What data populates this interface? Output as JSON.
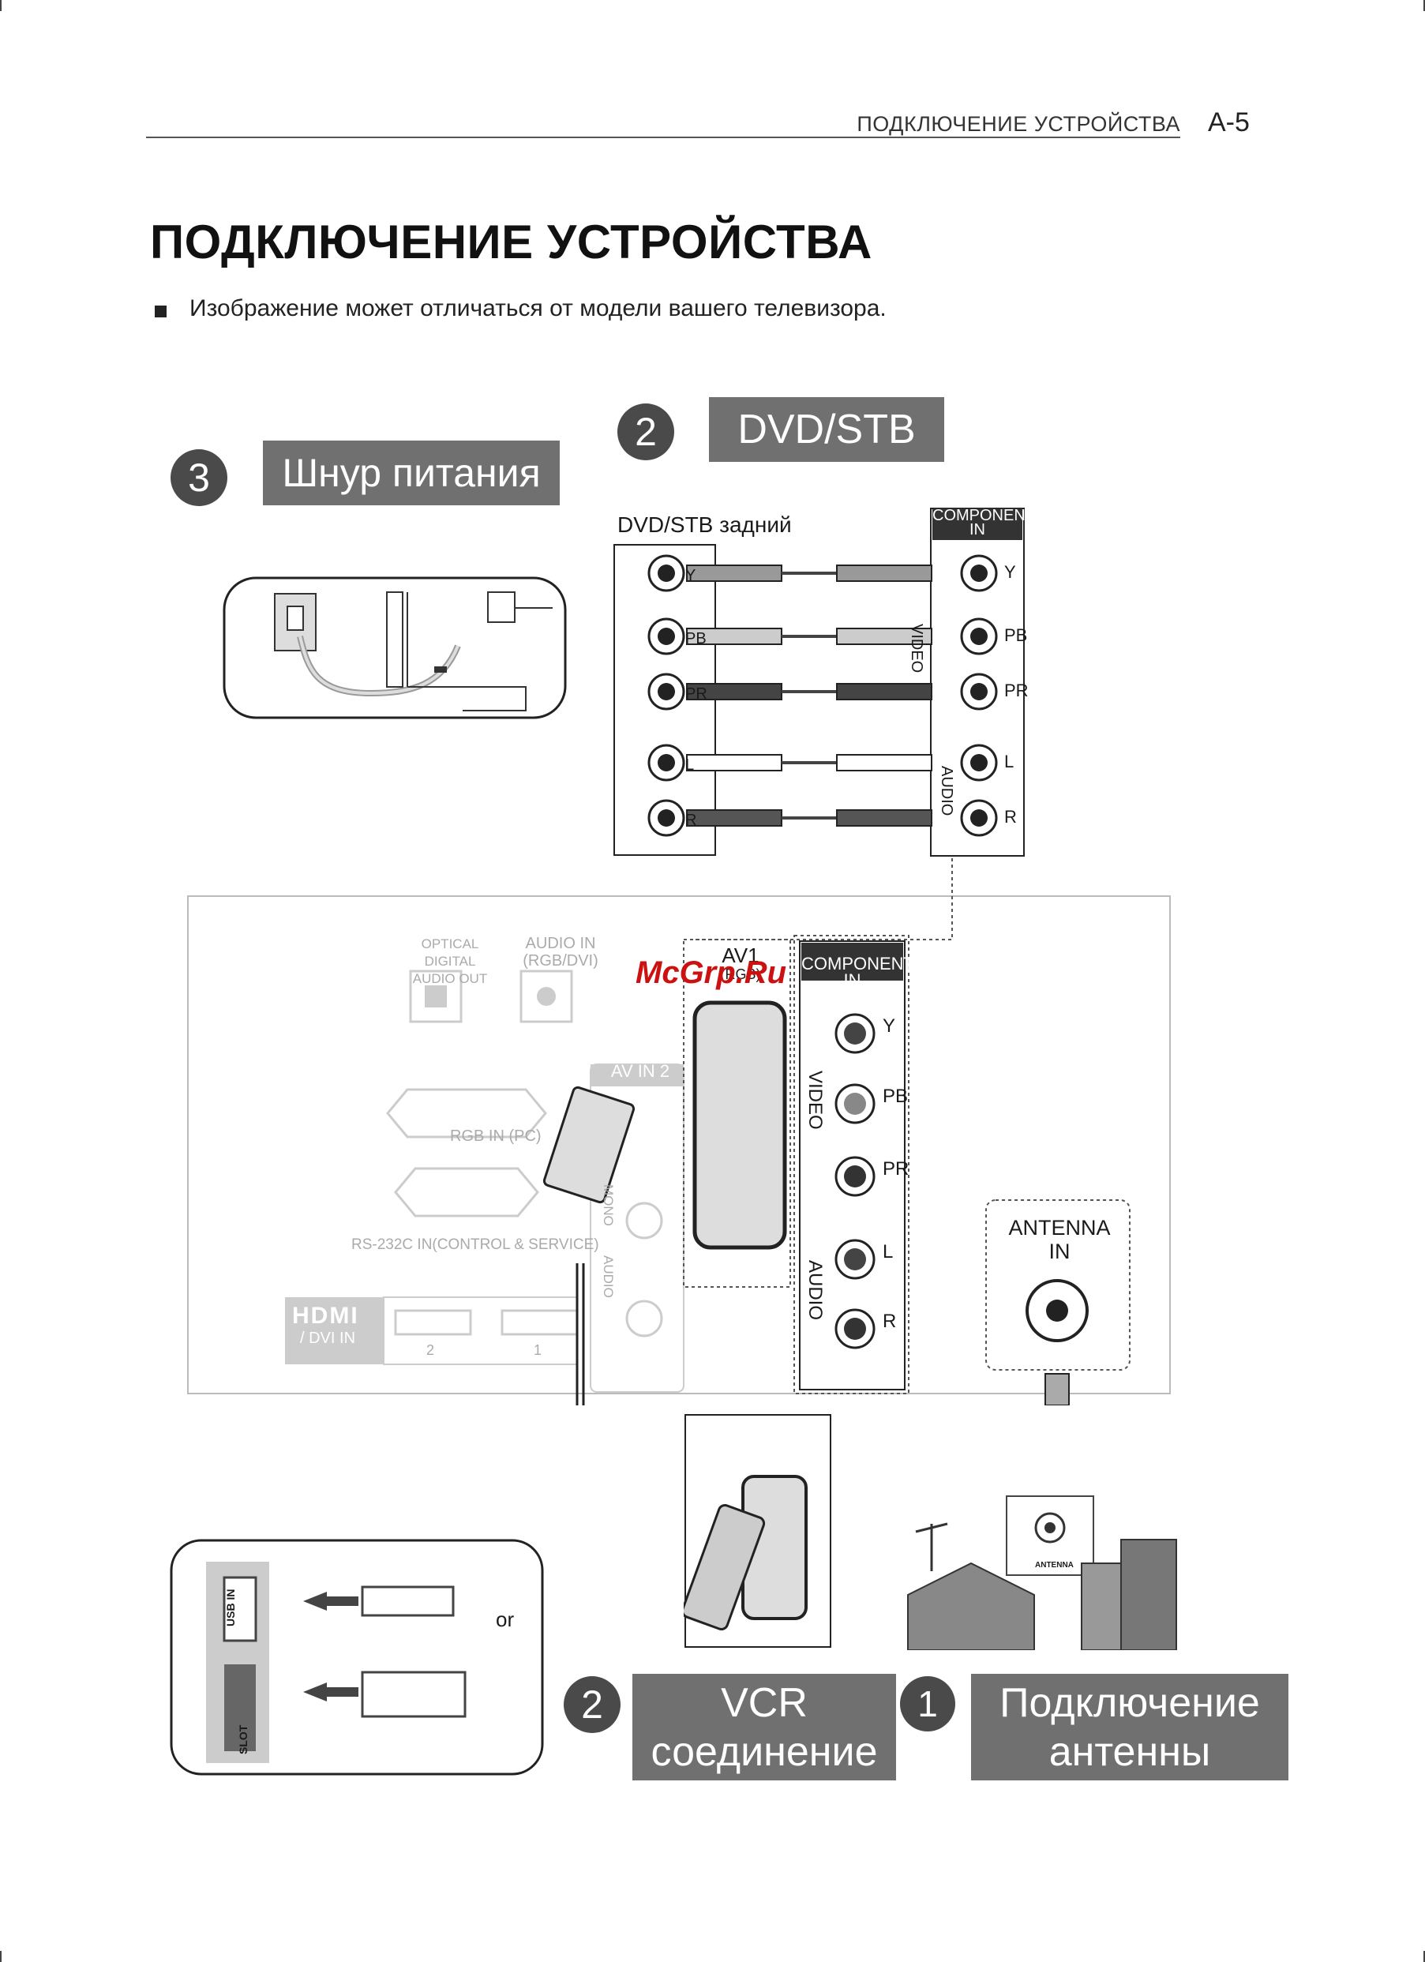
{
  "header": {
    "running_title": "ПОДКЛЮЧЕНИЕ УСТРОЙСТВА",
    "page_number": "A-5"
  },
  "title": "ПОДКЛЮЧЕНИЕ УСТРОЙСТВА",
  "note": "Изображение может отличаться от модели вашего телевизора.",
  "steps": {
    "power": {
      "number": "3",
      "label": "Шнур питания"
    },
    "dvd": {
      "number": "2",
      "label": "DVD/STB",
      "device_label": "DVD/STB задний"
    },
    "vcr": {
      "number": "2",
      "label_line1": "VCR",
      "label_line2": "соединение"
    },
    "antenna": {
      "number": "1",
      "label_line1": "Подключение",
      "label_line2": "антенны"
    }
  },
  "component_panel": {
    "title_line1": "COMPONENT",
    "title_line2": "IN",
    "video": "VIDEO",
    "audio": "AUDIO",
    "ports": [
      "Y",
      "PB",
      "PR",
      "L",
      "R"
    ]
  },
  "dvd_ports": [
    "Y",
    "PB",
    "PR",
    "L",
    "R"
  ],
  "tv_panel": {
    "optical_line1": "OPTICAL DIGITAL",
    "optical_line2": "AUDIO OUT",
    "audio_in_line1": "AUDIO IN",
    "audio_in_line2": "(RGB/DVI)",
    "rgb_in": "RGB IN (PC)",
    "rs232": "RS-232C IN(CONTROL & SERVICE)",
    "av_in2": "AV IN 2",
    "av1_line1": "AV1",
    "av1_line2": "(RGB)",
    "hdmi": "HDMI",
    "dvi_in": "/ DVI IN",
    "hdmi_ports": [
      "2",
      "1"
    ],
    "mono": "MONO",
    "audio_vertical": "AUDIO",
    "antenna_in_line1": "ANTENNA",
    "antenna_in_line2": "IN"
  },
  "usb": {
    "usb_in": "USB IN",
    "slot": "SLOT",
    "or": "or"
  },
  "antenna_plate": "ANTENNA",
  "watermark": "McGrp.Ru",
  "colors": {
    "label_bg": "#707070",
    "circle_bg": "#4a4a4a",
    "watermark": "#cc1111"
  }
}
